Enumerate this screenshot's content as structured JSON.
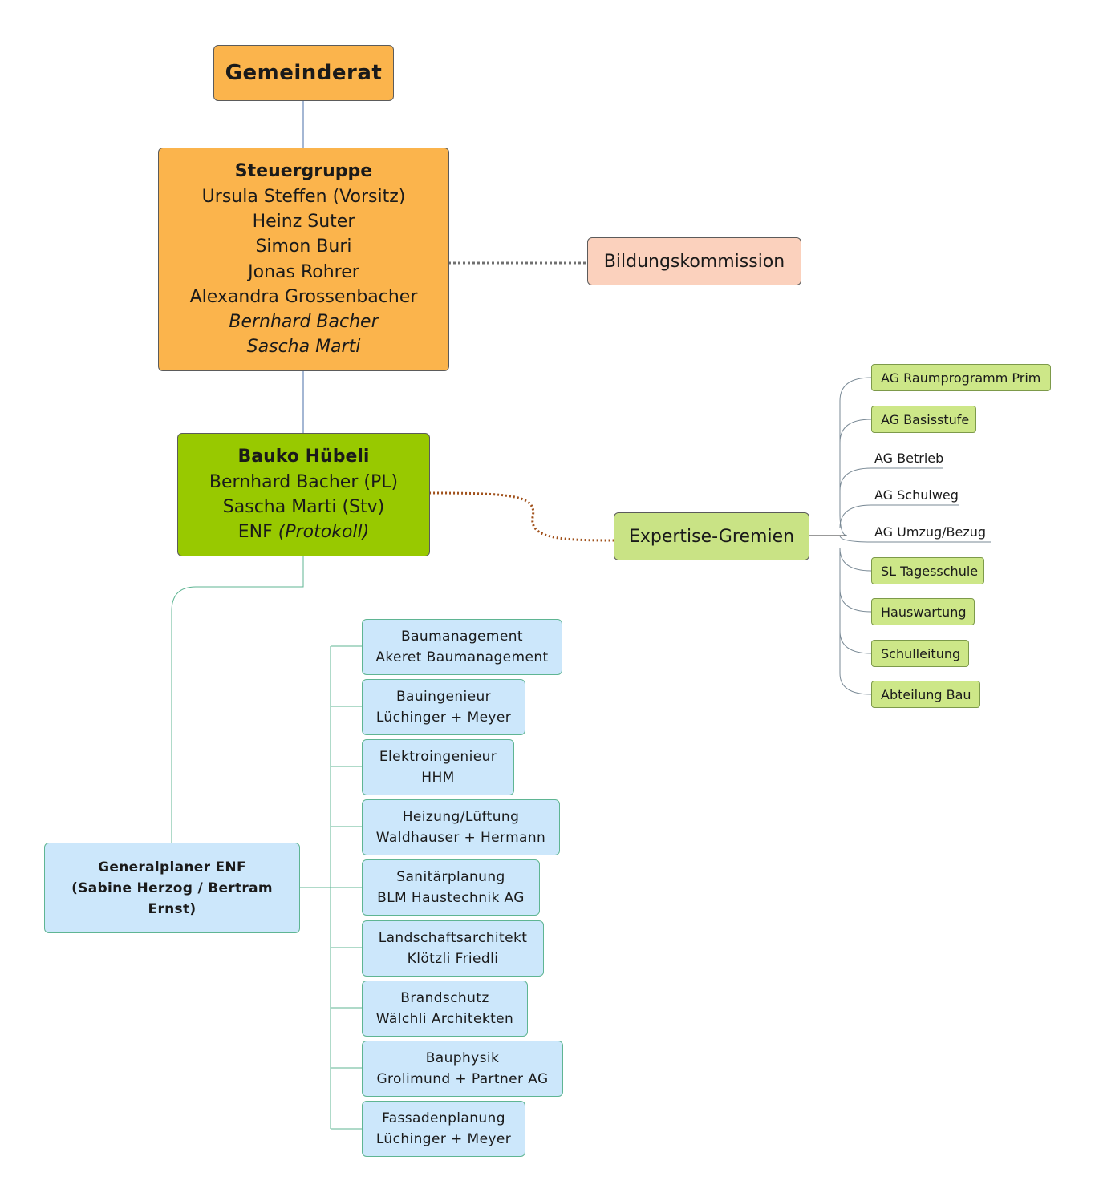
{
  "gemeinderat": {
    "title": "Gemeinderat"
  },
  "steuergruppe": {
    "title": "Steuergruppe",
    "members": [
      "Ursula Steffen (Vorsitz)",
      "Heinz Suter",
      "Simon Buri",
      "Jonas Rohrer",
      "Alexandra Grossenbacher"
    ],
    "guests": [
      "Bernhard Bacher",
      "Sascha Marti"
    ]
  },
  "bildungskommission": {
    "title": "Bildungskommission"
  },
  "bauko": {
    "title": "Bauko Hübeli",
    "members": [
      "Bernhard Bacher (PL)",
      "Sascha Marti (Stv)"
    ],
    "protokoll_prefix": "ENF ",
    "protokoll_role": "(Protokoll)"
  },
  "expertise": {
    "title": "Expertise-Gremien",
    "groups": [
      "AG Raumprogramm Prim",
      "AG Basisstufe",
      "AG Betrieb",
      "AG Schulweg",
      "AG Umzug/Bezug",
      "SL Tagesschule",
      "Hauswartung",
      "Schulleitung",
      "Abteilung Bau"
    ]
  },
  "generalplaner": {
    "lines": [
      "Generalplaner ENF",
      "(Sabine Herzog / Bertram",
      "Ernst)"
    ]
  },
  "fachplaner": [
    {
      "role": "Baumanagement",
      "firm": "Akeret Baumanagement"
    },
    {
      "role": "Bauingenieur",
      "firm": "Lüchinger + Meyer"
    },
    {
      "role": "Elektroingenieur",
      "firm": "HHM"
    },
    {
      "role": "Heizung/Lüftung",
      "firm": "Waldhauser + Hermann"
    },
    {
      "role": "Sanitärplanung",
      "firm": "BLM Haustechnik AG"
    },
    {
      "role": "Landschaftsarchitekt",
      "firm": "Klötzli Friedli"
    },
    {
      "role": "Brandschutz",
      "firm": "Wälchli Architekten"
    },
    {
      "role": "Bauphysik",
      "firm": "Grolimund + Partner AG"
    },
    {
      "role": "Fassadenplanung",
      "firm": "Lüchinger + Meyer"
    }
  ],
  "colors": {
    "orange": "#fbb44c",
    "peach": "#fbd1bd",
    "green": "#98c900",
    "light_green": "#c9e385",
    "blue": "#cce7fb",
    "blue_border": "#5fb593",
    "link_blue": "#4a6fa8",
    "link_brown": "#a0501a",
    "link_gray": "#707070"
  }
}
